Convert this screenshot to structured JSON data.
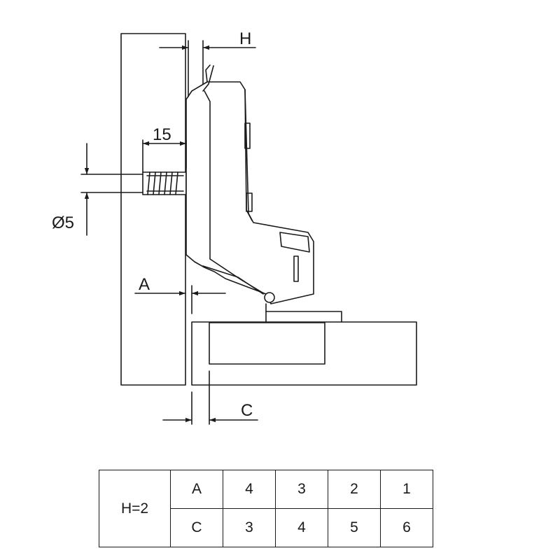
{
  "dimensions": {
    "H": "H",
    "depth": "15",
    "diameter": "Ø5",
    "A": "A",
    "C": "C"
  },
  "table": {
    "header": "H=2",
    "rows": [
      {
        "label": "A",
        "values": [
          "4",
          "3",
          "2",
          "1"
        ]
      },
      {
        "label": "C",
        "values": [
          "3",
          "4",
          "5",
          "6"
        ]
      }
    ]
  },
  "colors": {
    "line": "#1a1a1a",
    "background": "#ffffff"
  }
}
